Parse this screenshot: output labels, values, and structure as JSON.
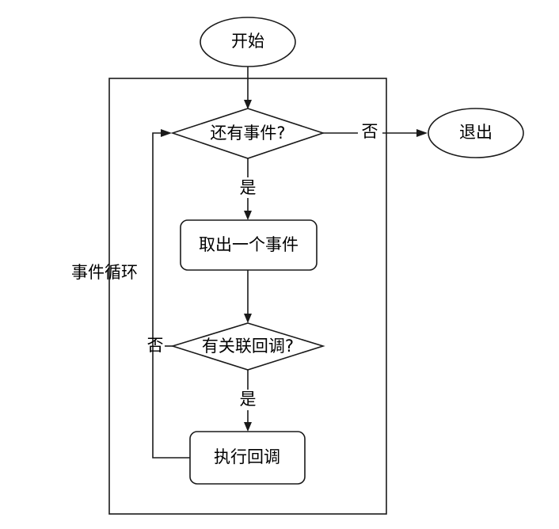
{
  "flowchart": {
    "start": "开始",
    "exit": "退出",
    "loop_label": "事件循环",
    "decision_has_event": "还有事件?",
    "step_take_event": "取出一个事件",
    "decision_has_callback": "有关联回调?",
    "step_execute_callback": "执行回调",
    "edge_yes_1": "是",
    "edge_yes_2": "是",
    "edge_no_exit": "否",
    "edge_no_loop": "否"
  }
}
